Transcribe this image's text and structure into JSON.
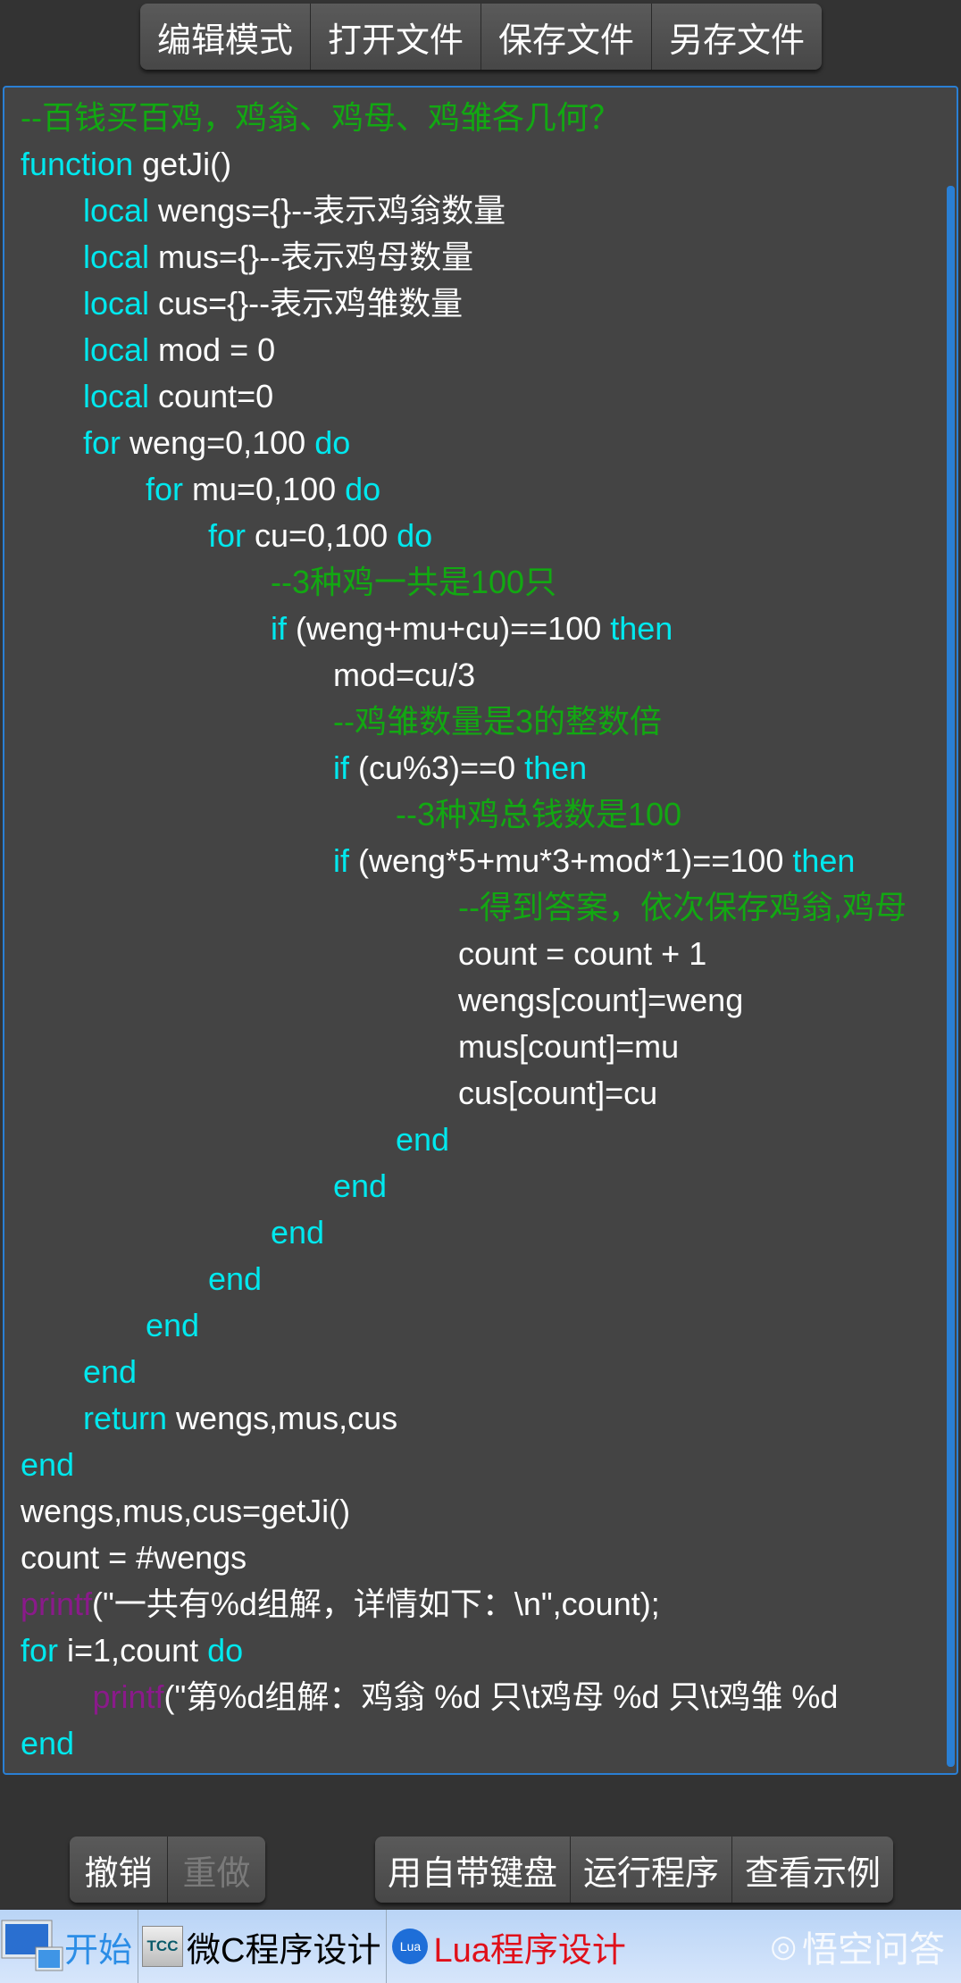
{
  "toolbar": {
    "buttons": [
      "编辑模式",
      "打开文件",
      "保存文件",
      "另存文件"
    ]
  },
  "editor": {
    "lines": [
      {
        "indent": 0,
        "parts": [
          {
            "t": "--百钱买百鸡，鸡翁、鸡母、鸡雏各几何？",
            "c": "cm"
          }
        ]
      },
      {
        "indent": 0,
        "parts": [
          {
            "t": "function",
            "c": "kw"
          },
          {
            "t": " getJi()",
            "c": "tx"
          }
        ]
      },
      {
        "indent": 1,
        "parts": [
          {
            "t": "local",
            "c": "kw"
          },
          {
            "t": " wengs={}--表示鸡翁数量",
            "c": "tx"
          }
        ]
      },
      {
        "indent": 1,
        "parts": [
          {
            "t": "local",
            "c": "kw"
          },
          {
            "t": " mus={}--表示鸡母数量",
            "c": "tx"
          }
        ]
      },
      {
        "indent": 1,
        "parts": [
          {
            "t": "local",
            "c": "kw"
          },
          {
            "t": " cus={}--表示鸡雏数量",
            "c": "tx"
          }
        ]
      },
      {
        "indent": 1,
        "parts": [
          {
            "t": "local",
            "c": "kw"
          },
          {
            "t": " mod = 0",
            "c": "tx"
          }
        ]
      },
      {
        "indent": 1,
        "parts": [
          {
            "t": "local",
            "c": "kw"
          },
          {
            "t": " count=0",
            "c": "tx"
          }
        ]
      },
      {
        "indent": 1,
        "parts": [
          {
            "t": "for",
            "c": "kw"
          },
          {
            "t": " weng=0,100 ",
            "c": "tx"
          },
          {
            "t": "do",
            "c": "kw"
          }
        ]
      },
      {
        "indent": 2,
        "parts": [
          {
            "t": "for",
            "c": "kw"
          },
          {
            "t": " mu=0,100 ",
            "c": "tx"
          },
          {
            "t": "do",
            "c": "kw"
          }
        ]
      },
      {
        "indent": 3,
        "parts": [
          {
            "t": "for",
            "c": "kw"
          },
          {
            "t": " cu=0,100 ",
            "c": "tx"
          },
          {
            "t": "do",
            "c": "kw"
          }
        ]
      },
      {
        "indent": 4,
        "parts": [
          {
            "t": "--3种鸡一共是100只",
            "c": "cm"
          }
        ]
      },
      {
        "indent": 4,
        "parts": [
          {
            "t": "if",
            "c": "kw"
          },
          {
            "t": " (weng+mu+cu)==100 ",
            "c": "tx"
          },
          {
            "t": "then",
            "c": "kw"
          }
        ]
      },
      {
        "indent": 5,
        "parts": [
          {
            "t": "mod=cu/3",
            "c": "tx"
          }
        ]
      },
      {
        "indent": 5,
        "parts": [
          {
            "t": "--鸡雏数量是3的整数倍",
            "c": "cm"
          }
        ]
      },
      {
        "indent": 5,
        "parts": [
          {
            "t": "if",
            "c": "kw"
          },
          {
            "t": " (cu%3)==0 ",
            "c": "tx"
          },
          {
            "t": "then",
            "c": "kw"
          }
        ]
      },
      {
        "indent": 6,
        "parts": [
          {
            "t": "--3种鸡总钱数是100",
            "c": "cm"
          }
        ]
      },
      {
        "indent": 5,
        "parts": [
          {
            "t": "if",
            "c": "kw"
          },
          {
            "t": " (weng*5+mu*3+mod*1)==100 ",
            "c": "tx"
          },
          {
            "t": "then",
            "c": "kw"
          }
        ]
      },
      {
        "indent": 7,
        "parts": [
          {
            "t": "--得到答案，依次保存鸡翁,鸡母",
            "c": "cm"
          }
        ]
      },
      {
        "indent": 7,
        "parts": [
          {
            "t": "count = count + 1",
            "c": "tx"
          }
        ]
      },
      {
        "indent": 7,
        "parts": [
          {
            "t": "wengs[count]=weng",
            "c": "tx"
          }
        ]
      },
      {
        "indent": 7,
        "parts": [
          {
            "t": "mus[count]=mu",
            "c": "tx"
          }
        ]
      },
      {
        "indent": 7,
        "parts": [
          {
            "t": "cus[count]=cu",
            "c": "tx"
          }
        ]
      },
      {
        "indent": 6,
        "parts": [
          {
            "t": "end",
            "c": "kw"
          }
        ]
      },
      {
        "indent": 5,
        "parts": [
          {
            "t": "end",
            "c": "kw"
          }
        ]
      },
      {
        "indent": 4,
        "parts": [
          {
            "t": "end",
            "c": "kw"
          }
        ]
      },
      {
        "indent": 3,
        "parts": [
          {
            "t": "end",
            "c": "kw"
          }
        ]
      },
      {
        "indent": 2,
        "parts": [
          {
            "t": "end",
            "c": "kw"
          }
        ]
      },
      {
        "indent": 1,
        "parts": [
          {
            "t": "end",
            "c": "kw"
          }
        ]
      },
      {
        "indent": 1,
        "parts": [
          {
            "t": "return",
            "c": "kw"
          },
          {
            "t": " wengs,mus,cus",
            "c": "tx"
          }
        ]
      },
      {
        "indent": 0,
        "parts": [
          {
            "t": "end",
            "c": "kw"
          }
        ]
      },
      {
        "indent": 0,
        "parts": [
          {
            "t": "wengs,mus,cus=getJi()",
            "c": "tx"
          }
        ]
      },
      {
        "indent": 0,
        "parts": [
          {
            "t": "count = #wengs",
            "c": "tx"
          }
        ]
      },
      {
        "indent": 0,
        "parts": [
          {
            "t": "printf",
            "c": "fn"
          },
          {
            "t": "(\"一共有%d组解，详情如下：\\n\",count);",
            "c": "tx"
          }
        ]
      },
      {
        "indent": 0,
        "parts": [
          {
            "t": "for",
            "c": "kw"
          },
          {
            "t": " i=1,count ",
            "c": "tx"
          },
          {
            "t": "do",
            "c": "kw"
          }
        ]
      },
      {
        "indent": 1.15,
        "parts": [
          {
            "t": "printf",
            "c": "fn"
          },
          {
            "t": "(\"第%d组解：鸡翁 %d 只\\t鸡母 %d 只\\t鸡雏 %d",
            "c": "tx"
          }
        ]
      },
      {
        "indent": 0,
        "parts": [
          {
            "t": "end",
            "c": "kw"
          }
        ]
      }
    ]
  },
  "bottom": {
    "undo": "撤销",
    "redo": "重做",
    "keyboard": "用自带键盘",
    "run": "运行程序",
    "examples": "查看示例"
  },
  "taskbar": {
    "start": "开始",
    "tcc_icon": "TCC",
    "tcc": "微C程序设计",
    "lua_icon": "Lua",
    "lua": "Lua程序设计",
    "watermark": "悟空问答"
  },
  "colors": {
    "keyword": "#00e8ee",
    "comment": "#12a812",
    "text": "#ffffff",
    "function": "#8a1a8a",
    "accent": "#2a7fd4"
  }
}
